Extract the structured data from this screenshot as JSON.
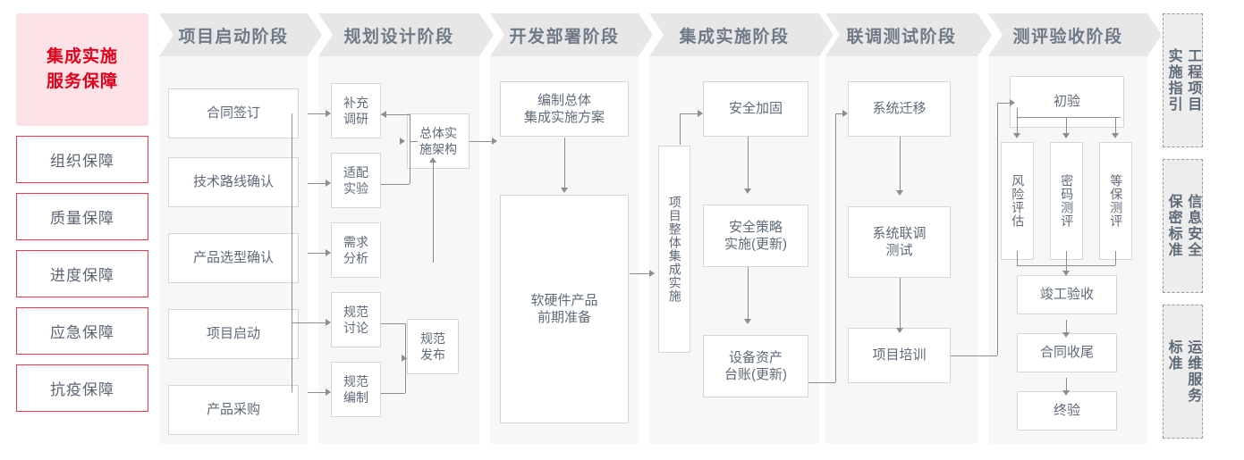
{
  "sidebar": {
    "header": "集成实施\n服务保障",
    "items": [
      {
        "label": "组织保障"
      },
      {
        "label": "质量保障"
      },
      {
        "label": "进度保障"
      },
      {
        "label": "应急保障"
      },
      {
        "label": "抗疫保障"
      }
    ]
  },
  "phases": [
    {
      "title": "项目启动阶段"
    },
    {
      "title": "规划设计阶段"
    },
    {
      "title": "开发部署阶段"
    },
    {
      "title": "集成实施阶段"
    },
    {
      "title": "联调测试阶段"
    },
    {
      "title": "测评验收阶段"
    }
  ],
  "nodes": {
    "p1": [
      {
        "label": "合同签订"
      },
      {
        "label": "技术路线确认"
      },
      {
        "label": "产品选型确认"
      },
      {
        "label": "项目启动"
      },
      {
        "label": "产品采购"
      }
    ],
    "p2_left": [
      {
        "label": "补充\n调研"
      },
      {
        "label": "适配\n实验"
      },
      {
        "label": "需求\n分析"
      },
      {
        "label": "规范\n讨论"
      },
      {
        "label": "规范\n编制"
      }
    ],
    "p2_right": [
      {
        "label": "总体实\n施架构"
      },
      {
        "label": "规范\n发布"
      }
    ],
    "p3": [
      {
        "label": "编制总体\n集成实施方案"
      },
      {
        "label": "软硬件产品\n前期准备"
      }
    ],
    "p4_spine": {
      "label": "项目整体集成实施"
    },
    "p4": [
      {
        "label": "安全加固"
      },
      {
        "label": "安全策略\n实施(更新)"
      },
      {
        "label": "设备资产\n台账(更新)"
      }
    ],
    "p5": [
      {
        "label": "系统迁移"
      },
      {
        "label": "系统联调\n测试"
      },
      {
        "label": "项目培训"
      }
    ],
    "p6_top": {
      "label": "初验"
    },
    "p6_tests": [
      {
        "label": "风险评估"
      },
      {
        "label": "密码测评"
      },
      {
        "label": "等保测评"
      }
    ],
    "p6_tail": [
      {
        "label": "竣工验收"
      },
      {
        "label": "合同收尾"
      },
      {
        "label": "终验"
      }
    ]
  },
  "standards": [
    {
      "label": "工程项目\n实施指引"
    },
    {
      "label": "信息安全\n保密标准"
    },
    {
      "label": "运维服务\n标准"
    }
  ],
  "colors": {
    "brand_red": "#e2001a",
    "sidebar_header_bg": "#fbe3e7",
    "sidebar_border": "#e8384f",
    "phase_header_bg": "#e7e7e7",
    "phase_band_bg": "#f7f7f7",
    "node_border": "#d6d6d6",
    "text": "#5f6a78",
    "connector": "#8d8d8d"
  }
}
